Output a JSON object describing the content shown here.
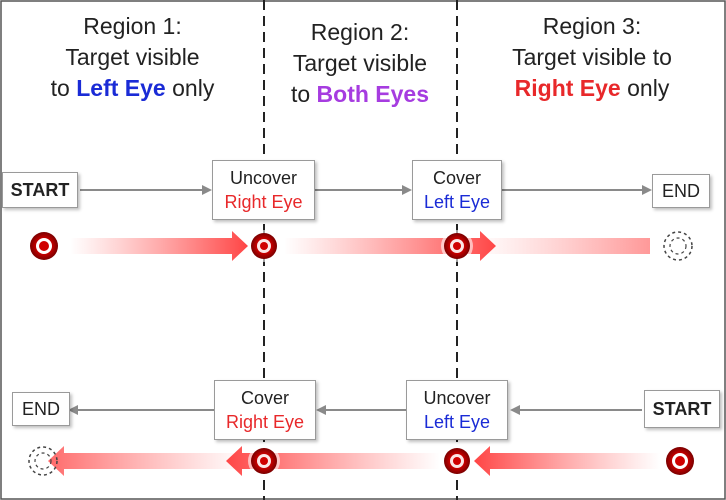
{
  "regions": [
    {
      "title": "Region 1:",
      "line2": "Target visible",
      "line3_pre": "to ",
      "line3_hl": "Left Eye",
      "line3_post": " only"
    },
    {
      "title": "Region 2:",
      "line2": "Target visible",
      "line3_pre": "to ",
      "line3_hl": "Both Eyes",
      "line3_post": ""
    },
    {
      "title": "Region 3:",
      "line2": "Target visible to",
      "line3_pre": "",
      "line3_hl": "Right Eye",
      "line3_post": " only"
    }
  ],
  "top_row": {
    "start": "START",
    "step1_action": "Uncover",
    "step1_eye": "Right Eye",
    "step2_action": "Cover",
    "step2_eye": "Left Eye",
    "end": "END"
  },
  "bottom_row": {
    "end": "END",
    "step1_action": "Cover",
    "step1_eye": "Right Eye",
    "step2_action": "Uncover",
    "step2_eye": "Left Eye",
    "start": "START"
  },
  "colors": {
    "left_eye": "#1a2bd6",
    "right_eye": "#e8282a",
    "both_eyes": "#a63ce0",
    "arrow": "#8a8a8a"
  }
}
